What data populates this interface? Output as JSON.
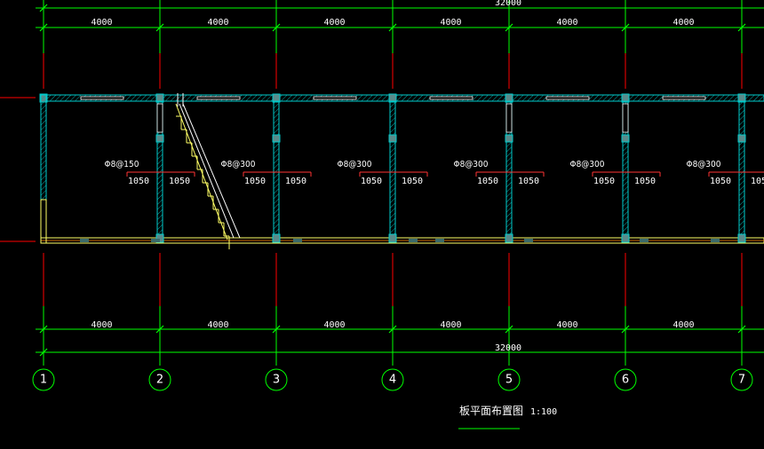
{
  "drawing": {
    "title": "板平面布置图",
    "scale": "1:100",
    "overall_dimension": "32000",
    "bay_dimensions": [
      "4000",
      "4000",
      "4000",
      "4000",
      "4000",
      "4000",
      "4000"
    ],
    "grid_axes": [
      "1",
      "2",
      "3",
      "4",
      "5",
      "6",
      "7"
    ],
    "slab_rebar_labels": [
      "Φ8@150",
      "Φ8@300",
      "Φ8@300",
      "Φ8@300",
      "Φ8@300",
      "Φ8@300"
    ],
    "rebar_extension": "1050",
    "colors": {
      "background": "#000000",
      "dimension": "#00ff00",
      "axis": "#ff0000",
      "wall": "#00cccc",
      "stair": "#ffff66",
      "rebar": "#ff3333",
      "text": "#ffffff"
    }
  }
}
